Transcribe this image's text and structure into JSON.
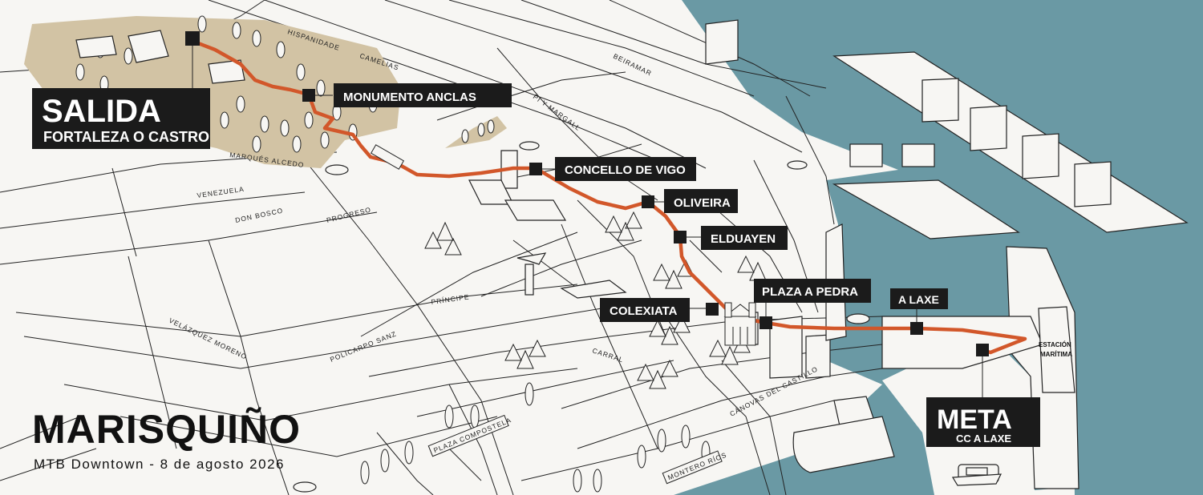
{
  "colors": {
    "sea": "#6a99a4",
    "park": "#d2c3a4",
    "route": "#d2572a",
    "label_bg": "#1b1b1b",
    "land": "#f7f6f3"
  },
  "start": {
    "title": "SALIDA",
    "subtitle": "FORTALEZA O CASTRO"
  },
  "finish": {
    "title": "META",
    "subtitle": "CC A LAXE"
  },
  "checkpoints": [
    "MONUMENTO ANCLAS",
    "CONCELLO DE VIGO",
    "OLIVEIRA",
    "ELDUAYEN",
    "PLAZA A PEDRA",
    "COLEXIATA",
    "A LAXE"
  ],
  "station_label": [
    "ESTACIÓN",
    "MARÍTIMA"
  ],
  "streets": {
    "hispanidade": "HISPANIDADE",
    "camelias": "CAMELIAS",
    "beiramar": "BEIRAMAR",
    "pi_y_margall": "PI Y MARGALL",
    "marques_alcedo": "MARQUÉS ALCEDO",
    "venezuela": "VENEZUELA",
    "don_bosco": "DON BOSCO",
    "progreso": "PROGRESO",
    "principe": "PRÍNCIPE",
    "velazquez_moreno": "VELÁZQUEZ MORENO",
    "policarpo_sanz": "POLICARPO SANZ",
    "carral": "CARRAL",
    "canovas": "CÁNOVAS DEL CASTILLO",
    "plaza_compostela": "PLAZA COMPOSTELA",
    "montero_rios": "MONTERO RÍOS"
  },
  "brand": {
    "name": "MARISQUIÑO",
    "event": "MTB Downtown - 8 de agosto 2026"
  }
}
